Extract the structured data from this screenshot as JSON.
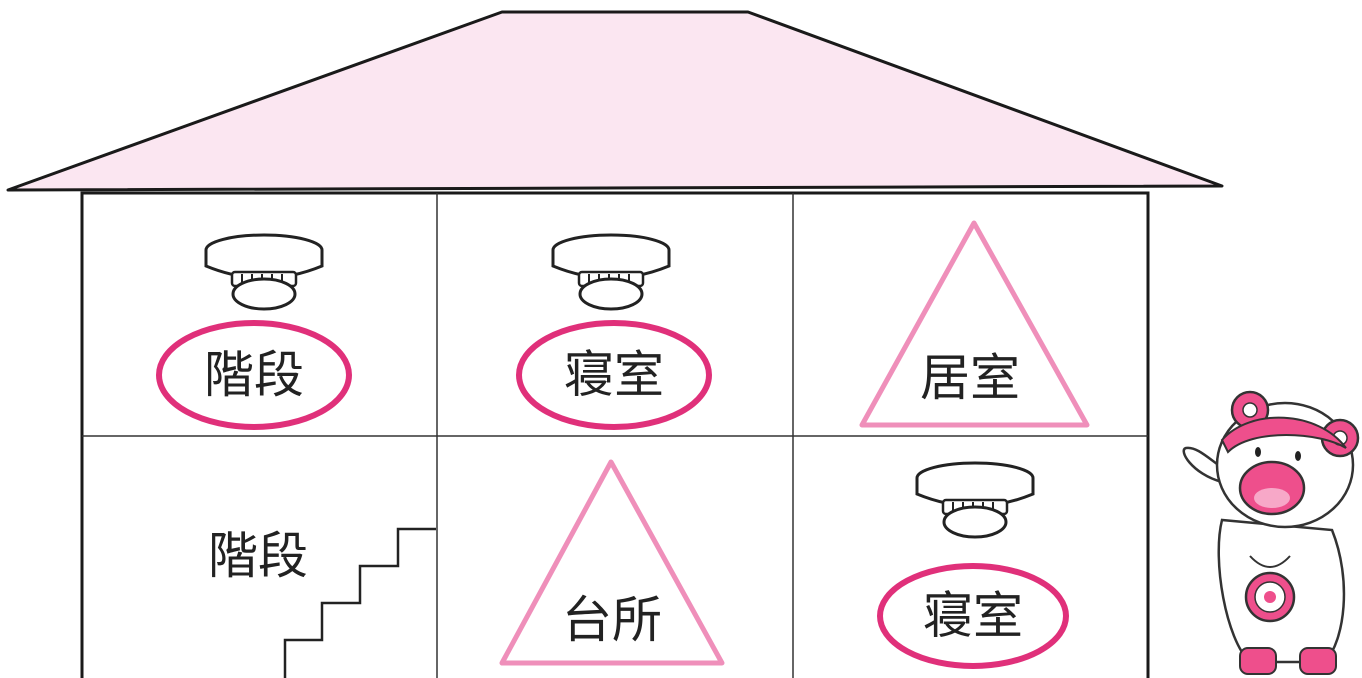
{
  "rooms": {
    "upper_left": {
      "label": "階段",
      "marker": "circle",
      "detector": true
    },
    "upper_middle": {
      "label": "寝室",
      "marker": "circle",
      "detector": true
    },
    "upper_right": {
      "label": "居室",
      "marker": "triangle",
      "detector": false
    },
    "lower_left": {
      "label": "階段",
      "marker": "none",
      "detector": false
    },
    "lower_middle": {
      "label": "台所",
      "marker": "triangle",
      "detector": false
    },
    "lower_right": {
      "label": "寝室",
      "marker": "circle",
      "detector": true
    }
  },
  "colors": {
    "roof_fill": "#fbe6f1",
    "circle_marker": "#e0307a",
    "triangle_marker": "#ef8fba",
    "mascot_pink": "#ee4f8c"
  },
  "icons": {
    "detector": "smoke-detector-icon",
    "stairs": "staircase-icon",
    "mascot": "mascot-character"
  }
}
